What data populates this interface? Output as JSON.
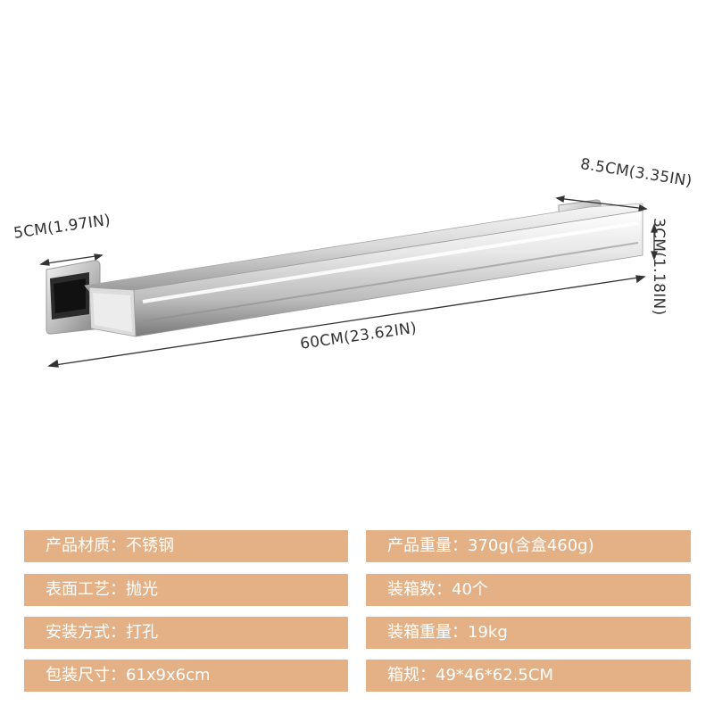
{
  "dimensions": {
    "base_width": "5CM(1.97IN)",
    "depth": "8.5CM(3.35IN)",
    "height": "3CM(1.18IN)",
    "length": "60CM(23.62IN)"
  },
  "specs": {
    "left": [
      "产品材质：不锈钢",
      "表面工艺：抛光",
      "安装方式：打孔",
      "包装尺寸：61x9x6cm"
    ],
    "right": [
      "产品重量：370g(含盒460g)",
      "装箱数：40个",
      "装箱重量：19kg",
      "箱规：49*46*62.5CM"
    ]
  },
  "colors": {
    "spec_bar": "#e3b185",
    "spec_text": "#ffffff",
    "line": "#333333"
  },
  "product_image": "stainless-steel-towel-bar"
}
